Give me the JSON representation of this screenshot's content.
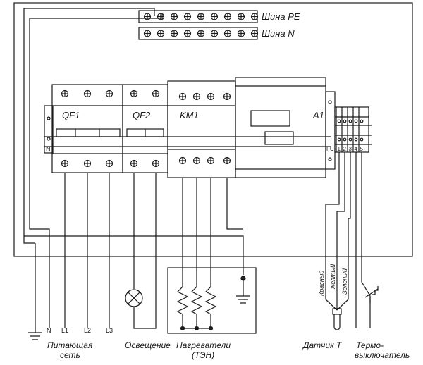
{
  "buses": {
    "pe": "Шина PE",
    "n": "Шина N"
  },
  "devices": {
    "qf1": "QF1",
    "qf2": "QF2",
    "km1": "KM1",
    "a1": "A1",
    "n_mark": "N",
    "fu": "FU",
    "terminals": [
      "1",
      "2",
      "3",
      "4",
      "5"
    ]
  },
  "wires": {
    "n": "N",
    "l1": "L1",
    "l2": "L2",
    "l3": "L3"
  },
  "sensor_wires": [
    "Красный",
    "желтый",
    "Зеленый"
  ],
  "captions": {
    "supply_1": "Питающая",
    "supply_2": "сеть",
    "lighting": "Освещение",
    "heaters_1": "Нагреватели",
    "heaters_2": "(ТЭН)",
    "sensor": "Датчик Т",
    "thermo_1": "Термо-",
    "thermo_2": "выключатель"
  },
  "colors": {
    "line": "#1a1a1a",
    "background": "#ffffff"
  }
}
